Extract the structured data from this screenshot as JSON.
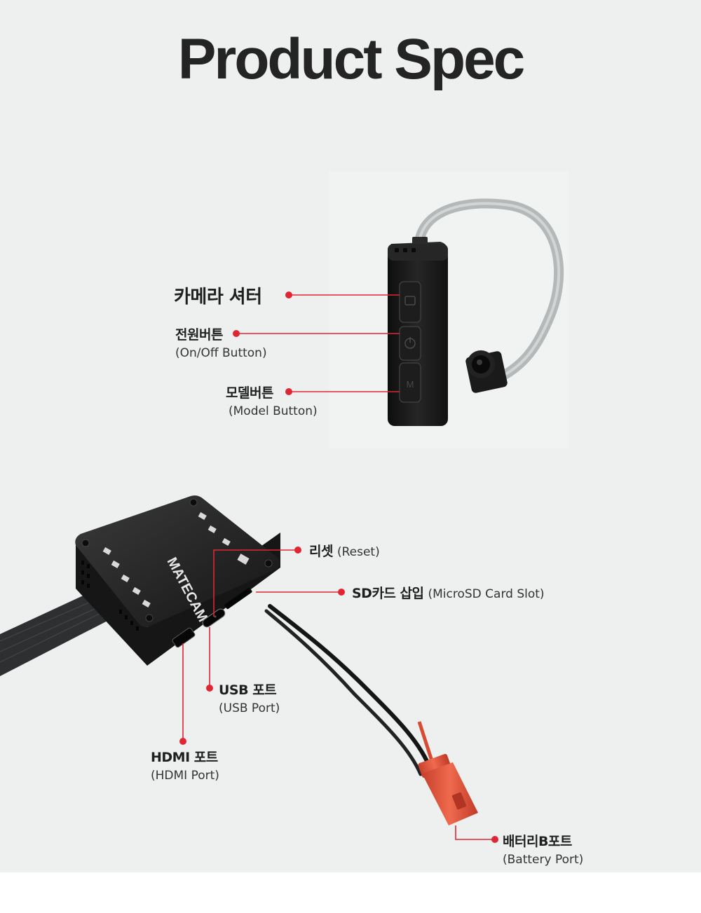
{
  "title": "Product Spec",
  "colors": {
    "background": "#edf0ef",
    "callout_red": "#e02632",
    "title_text": "#242424",
    "device_body": "#1b1b1b",
    "connector": "#e0533a"
  },
  "callouts_top": [
    {
      "ko": "카메라 셔터",
      "en": ""
    },
    {
      "ko": "전원버튼",
      "en": "(On/Off Button)"
    },
    {
      "ko": "모델버튼",
      "en": "(Model Button)"
    }
  ],
  "callouts_bottom": [
    {
      "ko": "리셋",
      "en": "(Reset)"
    },
    {
      "ko": "SD카드 삽입",
      "en": "(MicroSD Card Slot)"
    },
    {
      "ko": "USB 포트",
      "en": "(USB Port)"
    },
    {
      "ko": "HDMI 포트",
      "en": "(HDMI Port)"
    },
    {
      "ko": "배터리B포트",
      "en": "(Battery Port)"
    }
  ],
  "device": {
    "brand": "MATECAM",
    "button_icons": [
      "camera-icon",
      "power-icon",
      "mode-icon"
    ]
  }
}
